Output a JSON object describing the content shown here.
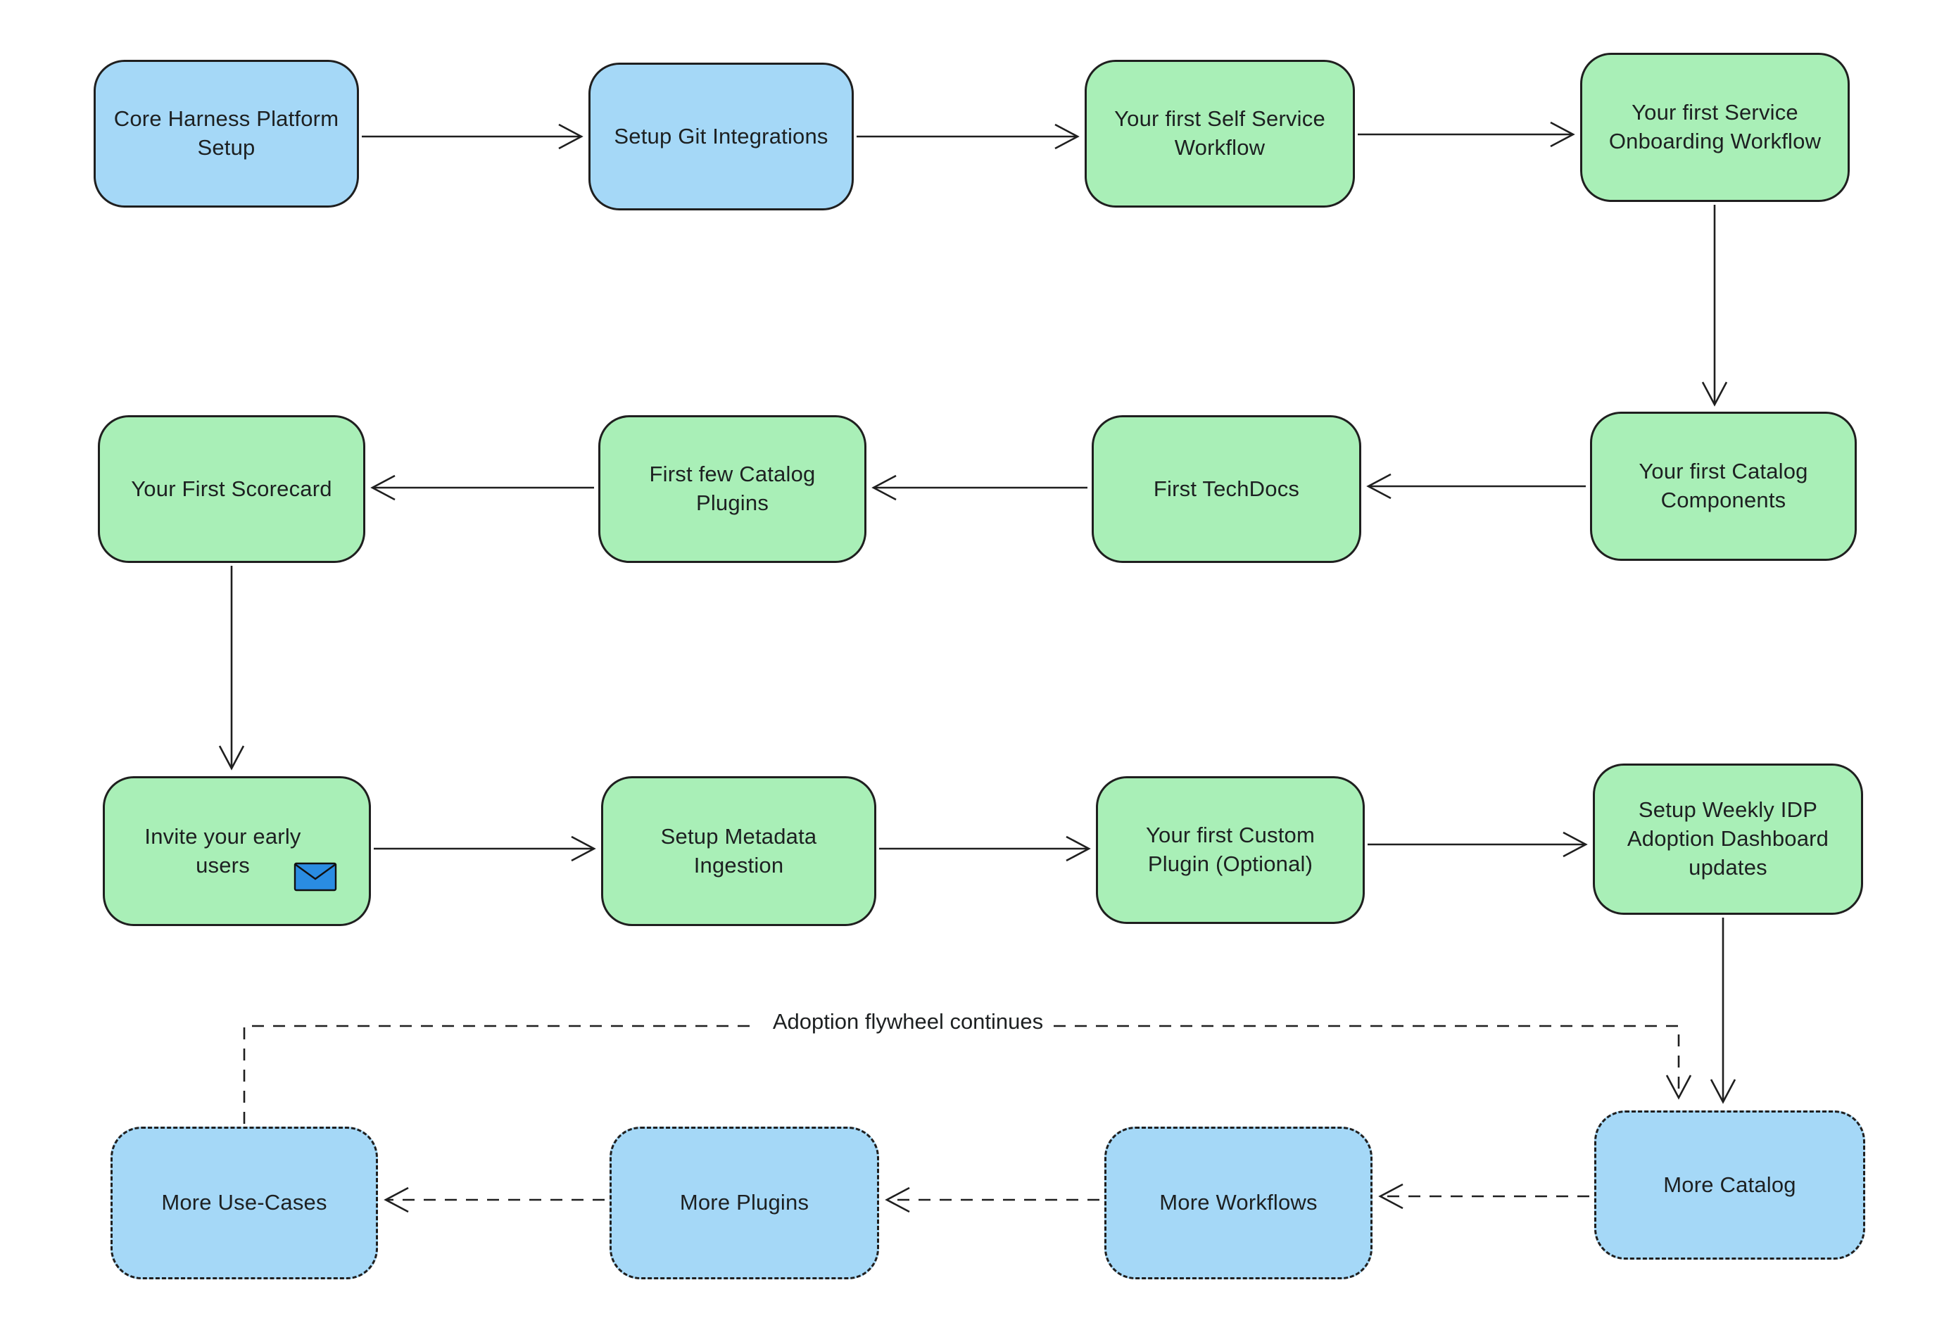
{
  "nodes": {
    "core_harness": {
      "label": "Core Harness Platform Setup",
      "color": "blue",
      "border": "solid"
    },
    "git_integrations": {
      "label": "Setup Git Integrations",
      "color": "blue",
      "border": "solid"
    },
    "self_service_workflow": {
      "label": "Your first Self Service Workflow",
      "color": "green",
      "border": "solid"
    },
    "service_onboarding_workflow": {
      "label": "Your first Service Onboarding Workflow",
      "color": "green",
      "border": "solid"
    },
    "catalog_components": {
      "label": "Your first Catalog Components",
      "color": "green",
      "border": "solid"
    },
    "first_techdocs": {
      "label": "First TechDocs",
      "color": "green",
      "border": "solid"
    },
    "catalog_plugins": {
      "label": "First few Catalog Plugins",
      "color": "green",
      "border": "solid"
    },
    "first_scorecard": {
      "label": "Your First Scorecard",
      "color": "green",
      "border": "solid"
    },
    "invite_users": {
      "label": "Invite your early users",
      "color": "green",
      "border": "solid",
      "icon": "envelope-icon"
    },
    "metadata_ingestion": {
      "label": "Setup Metadata Ingestion",
      "color": "green",
      "border": "solid"
    },
    "custom_plugin": {
      "label": "Your first Custom Plugin (Optional)",
      "color": "green",
      "border": "solid"
    },
    "weekly_dashboard": {
      "label": "Setup Weekly IDP Adoption Dashboard updates",
      "color": "green",
      "border": "solid"
    },
    "more_use_cases": {
      "label": "More Use-Cases",
      "color": "blue",
      "border": "dashed"
    },
    "more_plugins": {
      "label": "More Plugins",
      "color": "blue",
      "border": "dashed"
    },
    "more_workflows": {
      "label": "More Workflows",
      "color": "blue",
      "border": "dashed"
    },
    "more_catalog": {
      "label": "More Catalog",
      "color": "blue",
      "border": "dashed"
    }
  },
  "annotations": {
    "flywheel_label": "Adoption flywheel continues"
  },
  "edges": [
    {
      "from": "core_harness",
      "to": "git_integrations",
      "style": "solid"
    },
    {
      "from": "git_integrations",
      "to": "self_service_workflow",
      "style": "solid"
    },
    {
      "from": "self_service_workflow",
      "to": "service_onboarding_workflow",
      "style": "solid"
    },
    {
      "from": "service_onboarding_workflow",
      "to": "catalog_components",
      "style": "solid"
    },
    {
      "from": "catalog_components",
      "to": "first_techdocs",
      "style": "solid"
    },
    {
      "from": "first_techdocs",
      "to": "catalog_plugins",
      "style": "solid"
    },
    {
      "from": "catalog_plugins",
      "to": "first_scorecard",
      "style": "solid"
    },
    {
      "from": "first_scorecard",
      "to": "invite_users",
      "style": "solid"
    },
    {
      "from": "invite_users",
      "to": "metadata_ingestion",
      "style": "solid"
    },
    {
      "from": "metadata_ingestion",
      "to": "custom_plugin",
      "style": "solid"
    },
    {
      "from": "custom_plugin",
      "to": "weekly_dashboard",
      "style": "solid"
    },
    {
      "from": "weekly_dashboard",
      "to": "more_catalog",
      "style": "solid"
    },
    {
      "from": "more_catalog",
      "to": "more_workflows",
      "style": "dashed"
    },
    {
      "from": "more_workflows",
      "to": "more_plugins",
      "style": "dashed"
    },
    {
      "from": "more_plugins",
      "to": "more_use_cases",
      "style": "dashed"
    },
    {
      "from": "more_use_cases",
      "to": "more_catalog",
      "style": "dashed",
      "label": "Adoption flywheel continues"
    }
  ],
  "icons": {
    "envelope": "✉"
  },
  "colors": {
    "box_blue": "#a5d8f7",
    "box_green": "#a9efb7",
    "stroke": "#1f1f1f",
    "text": "#1d2021",
    "envelope_blue": "#2a8ce2",
    "background": "#ffffff"
  }
}
